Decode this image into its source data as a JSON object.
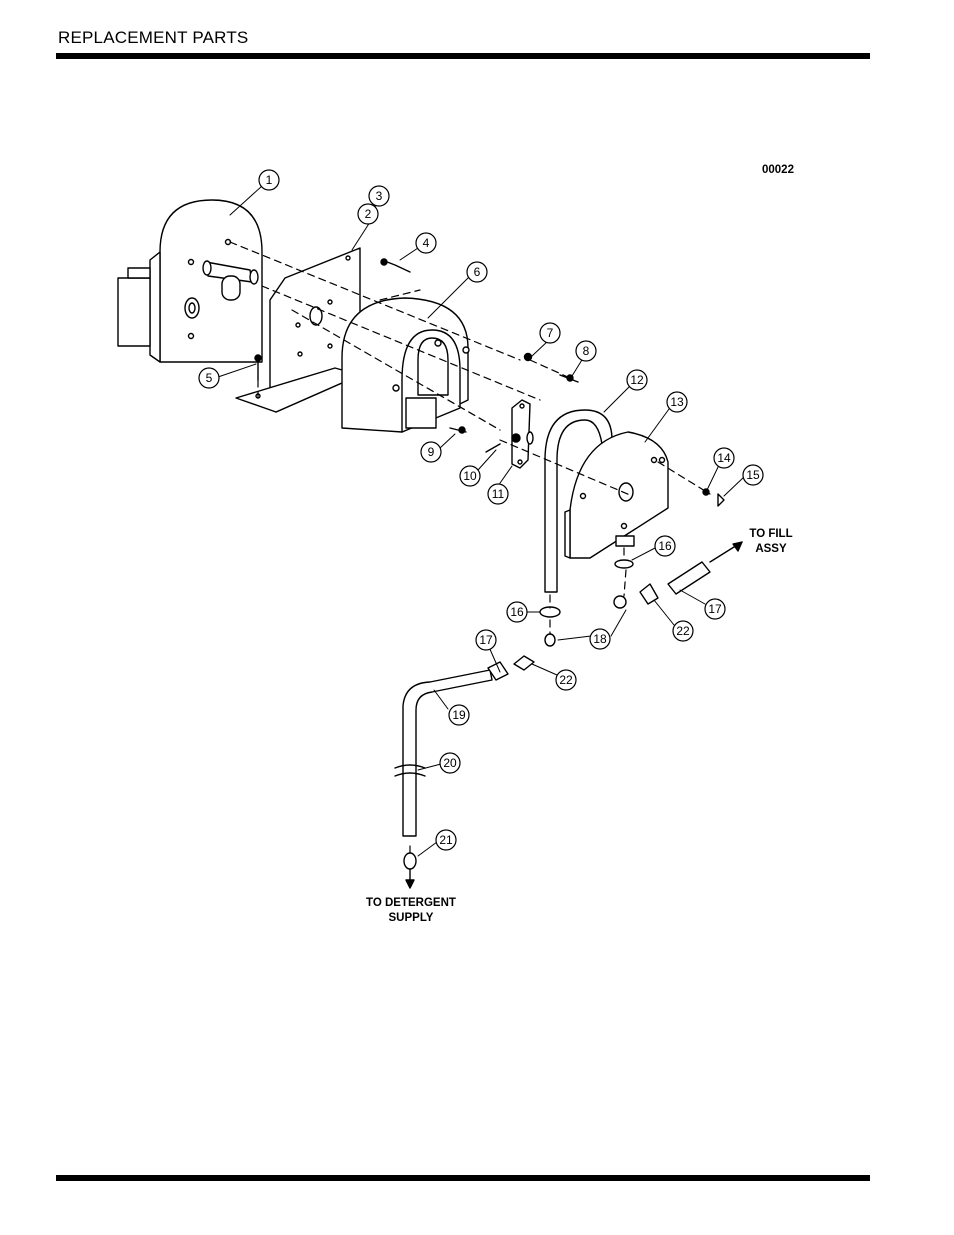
{
  "header": {
    "title": "REPLACEMENT PARTS"
  },
  "diagram": {
    "figure_code": "00022",
    "callouts": [
      "1",
      "2",
      "3",
      "4",
      "5",
      "6",
      "7",
      "8",
      "9",
      "10",
      "11",
      "12",
      "13",
      "14",
      "15",
      "16",
      "16",
      "17",
      "17",
      "18",
      "19",
      "20",
      "21",
      "22",
      "22"
    ],
    "to_fill": [
      "TO FILL",
      "ASSY"
    ],
    "to_detergent": [
      "TO DETERGENT",
      "SUPPLY"
    ]
  }
}
